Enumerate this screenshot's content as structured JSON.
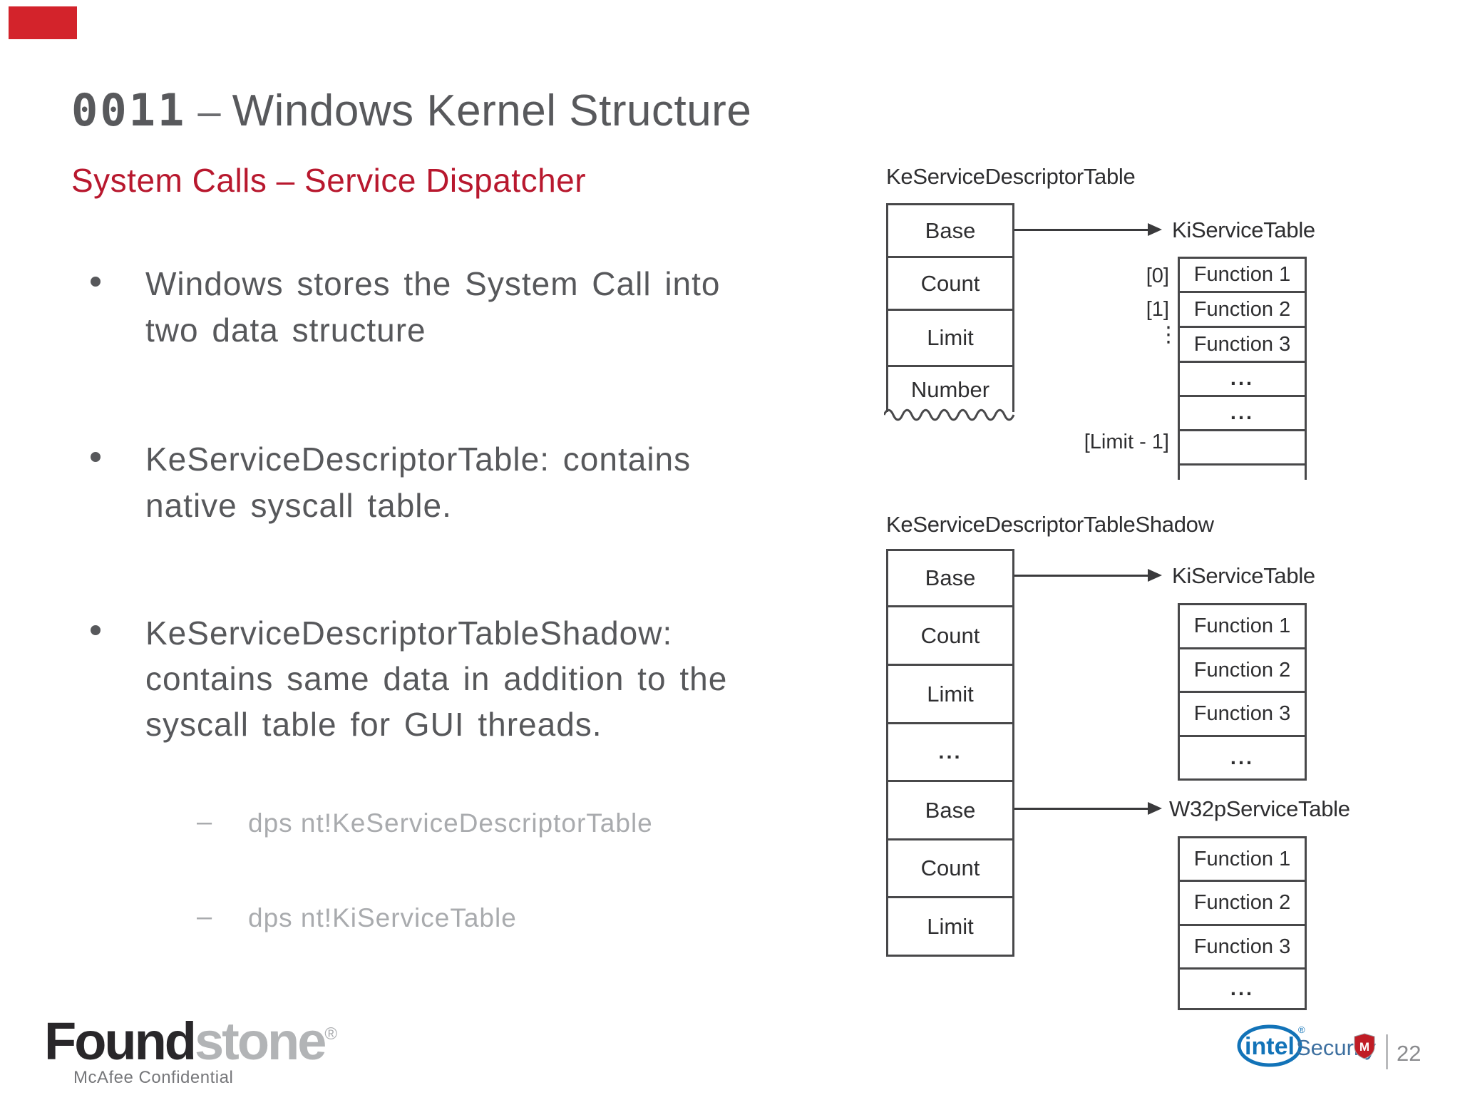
{
  "colors": {
    "corner_red": "#d3232b",
    "accent_red": "#b8182e",
    "text_gray": "#58595c",
    "light_gray": "#a9abae",
    "diagram_line": "#48484a",
    "intel_blue": "#1273b8",
    "shield_red": "#c01c25"
  },
  "slide": {
    "title": {
      "number": "0011",
      "dash": "–",
      "text": "Windows Kernel Structure"
    },
    "subtitle": "System Calls – Service Dispatcher",
    "bullets": [
      {
        "line1": "Windows stores the System Call into",
        "line2": "two data structure"
      },
      {
        "line1": "KeServiceDescriptorTable: contains",
        "line2": "native syscall table."
      },
      {
        "line1": "KeServiceDescriptorTableShadow:",
        "line2": "contains same data in addition to the",
        "line3": "syscall table for GUI threads."
      }
    ],
    "sub_bullets": [
      {
        "marker": "–",
        "text": "dps nt!KeServiceDescriptorTable"
      },
      {
        "marker": "–",
        "text": "dps nt!KiServiceTable"
      }
    ]
  },
  "diagrams": {
    "top": {
      "label": "KeServiceDescriptorTable",
      "struct_rows": [
        "Base",
        "Count",
        "Limit",
        "Number"
      ],
      "pointer_label": "KiServiceTable",
      "index_0": "[0]",
      "index_1": "[1]",
      "index_dots": "⋮",
      "index_limit": "[Limit - 1]",
      "table_rows": [
        "Function 1",
        "Function 2",
        "Function 3",
        "...",
        "...",
        ""
      ]
    },
    "bottom": {
      "label": "KeServiceDescriptorTableShadow",
      "struct_rows": [
        "Base",
        "Count",
        "Limit",
        "...",
        "Base",
        "Count",
        "Limit"
      ],
      "pointer1_label": "KiServiceTable",
      "table1_rows": [
        "Function 1",
        "Function 2",
        "Function 3",
        "..."
      ],
      "pointer2_label": "W32pServiceTable",
      "table2_rows": [
        "Function 1",
        "Function 2",
        "Function 3",
        "..."
      ]
    }
  },
  "footer": {
    "brand": {
      "bold": "Found",
      "light": "stone",
      "reg": "®"
    },
    "confidential": "McAfee Confidential",
    "intel": {
      "word": "intel",
      "reg": "®"
    },
    "security": "Security",
    "shield_letter": "M",
    "page": "22"
  }
}
